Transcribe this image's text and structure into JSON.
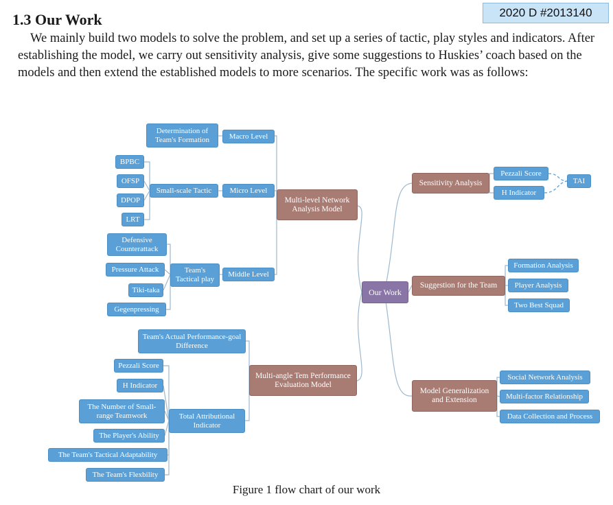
{
  "badge": "2020 D #2013140",
  "heading": "1.3 Our Work",
  "paragraph": "We mainly build two models to solve the problem, and set up a series of tactic, play styles and indicators. After establishing the model, we carry out sensitivity analysis, give some suggestions to Huskies’ coach based on the models and then extend the established models to more scenarios. The specific work was as follows:",
  "diagram": {
    "center": "Our Work",
    "network_model": "Multi-level Network Analysis Model",
    "macro_level": "Macro Level",
    "formation": "Determination of Team's Formation",
    "micro_level": "Micro Level",
    "small_scale": "Small-scale Tactic",
    "bpbc": "BPBC",
    "ofsp": "OFSP",
    "dpop": "DPOP",
    "lrt": "LRT",
    "middle_level": "Middle Level",
    "tactical_play": "Team's Tactical play",
    "defensive": "Defensive Counterattack",
    "pressure": "Pressure Attack",
    "tikitaka": "Tiki-taka",
    "gegenpressing": "Gegenpressing",
    "evaluation_model": "Multi-angle Tem Performance Evaluation Model",
    "actual_perf": "Team's Actual Performance-goal Difference",
    "total_indicator": "Total Attributional Indicator",
    "pezzali_left": "Pezzali Score",
    "h_left": "H Indicator",
    "teamwork": "The Number of Small-range Teamwork",
    "ability": "The Player's Ability",
    "adaptability": "The Team's Tactical Adaptability",
    "flexibility": "The Team's Flexbility",
    "sensitivity": "Sensitivity Analysis",
    "pezzali_right": "Pezzali Score",
    "h_right": "H Indicator",
    "tai": "TAI",
    "suggestion": "Suggestion for the Team",
    "formation_analysis": "Formation Analysis",
    "player_analysis": "Player Analysis",
    "two_squad": "Two Best Squad",
    "generalization": "Model Generalization and Extension",
    "social_network": "Social Network Analysis",
    "multi_factor": "Multi-factor Relationship",
    "data_collection": "Data Collection and Process"
  },
  "caption": "Figure 1 flow chart of our work"
}
